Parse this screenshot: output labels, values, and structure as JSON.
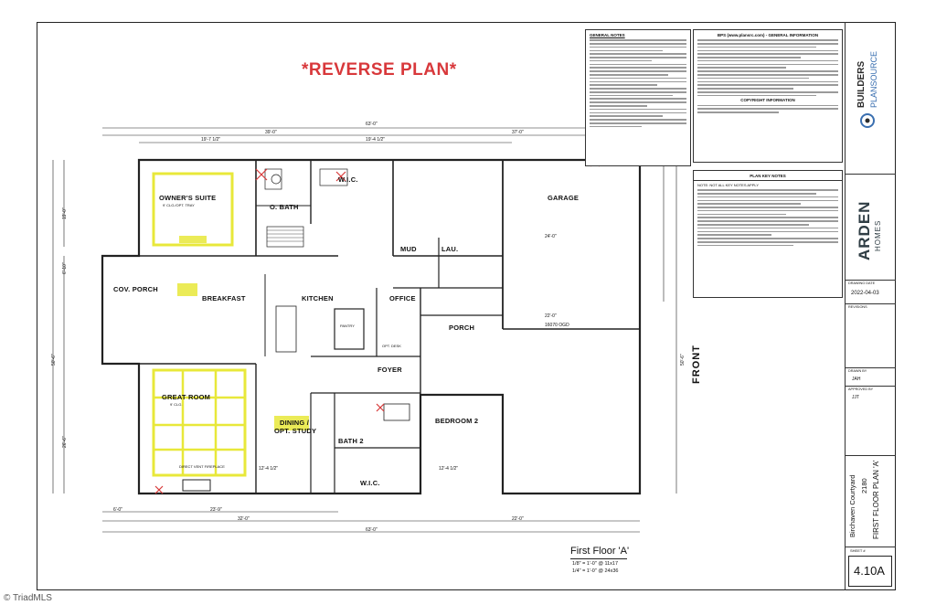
{
  "plan": {
    "reverse_label": "*REVERSE PLAN*",
    "front_label": "FRONT",
    "floor_title": "First Floor 'A'",
    "scale_line_1": "1/8\" = 1'-0\" @ 11x17",
    "scale_line_2": "1/4\" = 1'-0\" @ 24x36"
  },
  "rooms": {
    "owners_suite": "OWNER'S SUITE",
    "owners_suite_sub": "9' CLG./OPT. TRAY",
    "o_bath": "O. BATH",
    "wic_top": "W.I.C.",
    "garage": "GARAGE",
    "cov_porch": "COV. PORCH",
    "breakfast": "BREAKFAST",
    "kitchen": "KITCHEN",
    "mud": "MUD",
    "lau": "LAU.",
    "office": "OFFICE",
    "porch": "PORCH",
    "pantry": "PANTRY",
    "opt_desk": "OPT. DESK",
    "foyer": "FOYER",
    "great_room": "GREAT ROOM",
    "dining": "DINING /",
    "dining_2": "OPT. STUDY",
    "bath2": "BATH 2",
    "bedroom2": "BEDROOM 2",
    "wic_bottom": "W.I.C.",
    "clg": "9' CLG.",
    "fireplace": "DIRECT VENT FIREPLACE"
  },
  "dims": {
    "overall_top": "63'-0\"",
    "top_a": "39'-0\"",
    "top_b": "37'-0\"",
    "top_c": "19'-7 1/2\"",
    "top_d": "19'-4 1/2\"",
    "overall_bottom": "63'-0\"",
    "bot_a": "32'-0\"",
    "bot_b": "22'-0\"",
    "bot_c": "23'-9\"",
    "bot_d": "6'-0\"",
    "left_a": "50'-6\"",
    "left_b": "19'-0\"",
    "left_c": "6'-10\"",
    "left_d": "26'-6\"",
    "right_a": "50'-6\"",
    "garage_w": "24'-0\"",
    "garage_door": "16070 OGD",
    "bed_w": "12'-4 1/2\"",
    "gr_w": "12'-4 1/2\"",
    "b_22": "22'-0\""
  },
  "general_notes": {
    "title": "GENERAL NOTES"
  },
  "bps": {
    "title": "BPS (www.plansrc.com) - GENERAL INFORMATION",
    "copyright": "COPYRIGHT INFORMATION"
  },
  "key_notes": {
    "title": "PLAN KEY NOTES",
    "subtitle": "NOTE: NOT ALL KEY NOTES APPLY"
  },
  "title_block": {
    "brand_1": "BUILDERS",
    "brand_2": "PLANSOURCE",
    "arden_1": "ARDEN",
    "arden_2": "HOMES",
    "date_label": "DRAWING DATE",
    "date": "2022-04-03",
    "revisions": "REVISIONS",
    "drawn_by": "DRAWN BY",
    "drawn_value": "JAH",
    "approved_by": "APPROVED BY",
    "approved_value": "JJT",
    "community": "Birchaven Courtyard",
    "plan_num": "2180",
    "sheet_title": "FIRST FLOOR PLAN 'A'",
    "sheet_label": "SHEET #",
    "sheet_num": "4.10A"
  },
  "watermark": "© TriadMLS",
  "colors": {
    "highlight": "#e8e83a",
    "reverse": "#d8383b",
    "line": "#222222"
  }
}
